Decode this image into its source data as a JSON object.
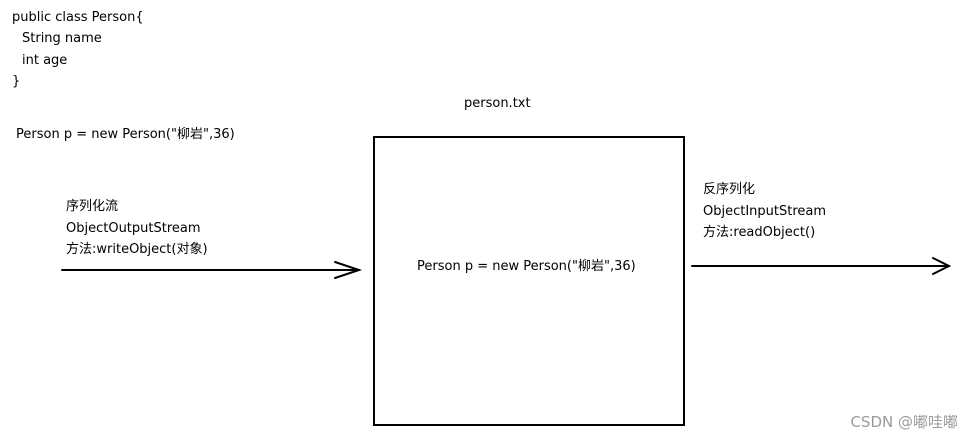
{
  "class_code": {
    "lines": [
      "public class Person{",
      "String name",
      "int age",
      "}"
    ]
  },
  "object_creation": "Person p = new Person(\"柳岩\",36)",
  "file": {
    "name": "person.txt",
    "content": "Person p = new Person(\"柳岩\",36)"
  },
  "serialization": {
    "title": "序列化流",
    "stream_class": "ObjectOutputStream",
    "method": "方法:writeObject(对象)"
  },
  "deserialization": {
    "title": "反序列化",
    "stream_class": "ObjectInputStream",
    "method": "方法:readObject()"
  },
  "watermark": "CSDN @嘟哇嘟"
}
